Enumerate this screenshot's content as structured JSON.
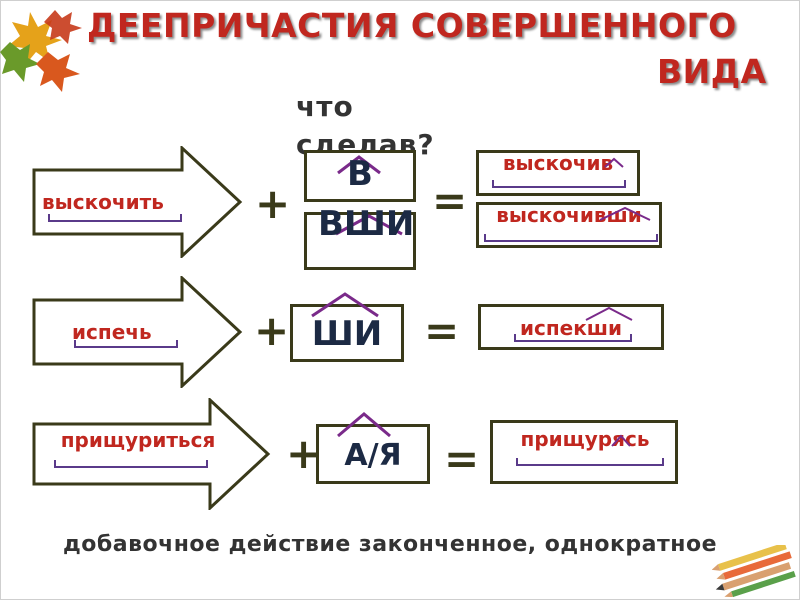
{
  "title_line1": "ДЕЕПРИЧАСТИЯ СОВЕРШЕННОГО",
  "title_line2": "ВИДА",
  "question": "что сделав?",
  "rows": [
    {
      "verb": "выскочить",
      "suffix_a": "В",
      "suffix_b": "ВШИ",
      "result_a": "выскочив",
      "result_b": "выскочивши"
    },
    {
      "verb": "испечь",
      "suffix": "ШИ",
      "result": "испекши"
    },
    {
      "verb": "прищуриться",
      "suffix": "А/Я",
      "result": "прищурясь"
    }
  ],
  "operators": {
    "plus": "+",
    "equals": "="
  },
  "bottom_text": "добавочное действие законченное, однократное"
}
